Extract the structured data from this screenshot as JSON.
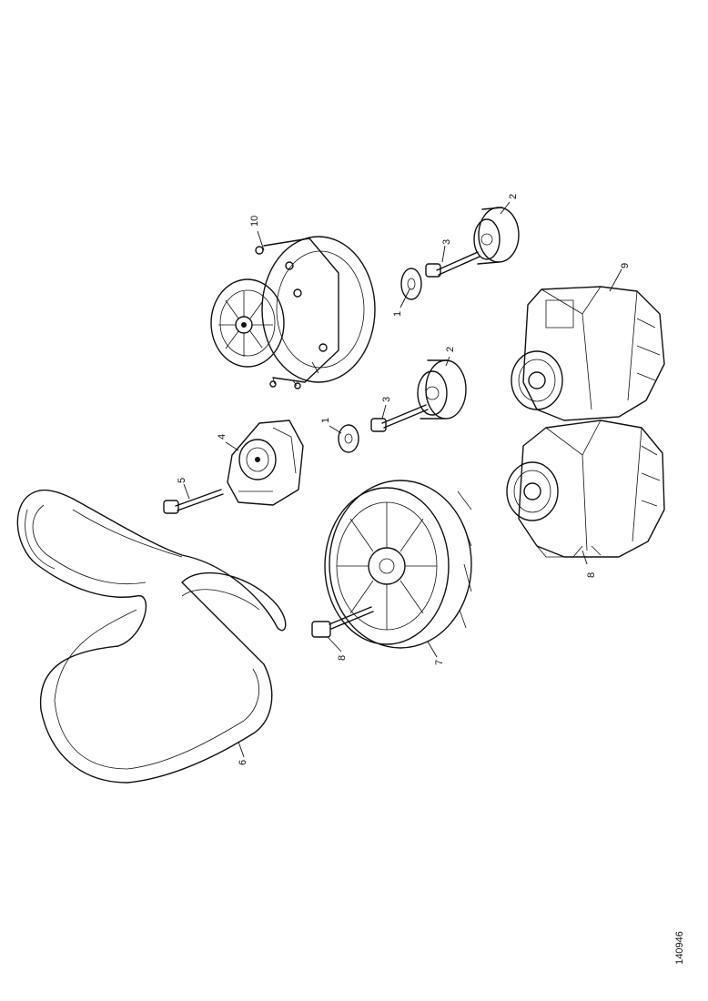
{
  "figure_id": "140946",
  "callouts": [
    {
      "id": "c10",
      "label": "10"
    },
    {
      "id": "c2a",
      "label": "2"
    },
    {
      "id": "c3a",
      "label": "3"
    },
    {
      "id": "c1a",
      "label": "1"
    },
    {
      "id": "c9",
      "label": "9"
    },
    {
      "id": "c2b",
      "label": "2"
    },
    {
      "id": "c3b",
      "label": "3"
    },
    {
      "id": "c1b",
      "label": "1"
    },
    {
      "id": "c4",
      "label": "4"
    },
    {
      "id": "c5",
      "label": "5"
    },
    {
      "id": "c8a",
      "label": "8"
    },
    {
      "id": "c6",
      "label": "6"
    },
    {
      "id": "c7",
      "label": "7"
    },
    {
      "id": "c8b",
      "label": "8"
    }
  ]
}
